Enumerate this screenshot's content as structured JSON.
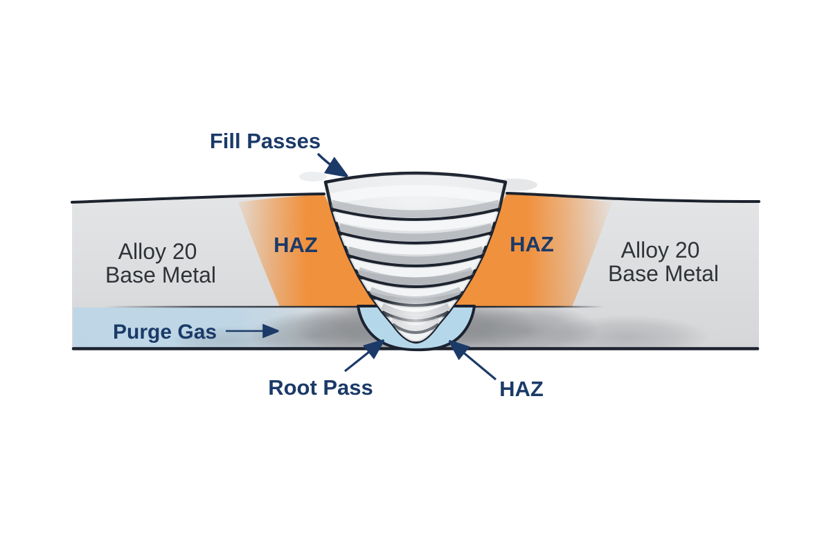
{
  "diagram": {
    "labels": {
      "fill_passes": "Fill Passes",
      "haz_left": "HAZ",
      "haz_right": "HAZ",
      "haz_root": "HAZ",
      "base_metal_left_line1": "Alloy 20",
      "base_metal_left_line2": "Base Metal",
      "base_metal_right_line1": "Alloy 20",
      "base_metal_right_line2": "Base Metal",
      "purge_gas": "Purge Gas",
      "root_pass": "Root Pass"
    },
    "colors": {
      "label_navy": "#1b3a68",
      "base_metal_text": "#2f3338",
      "haz_orange": "#f0913d",
      "plate_gray": "#e4e5e6",
      "plate_gray_dark": "#d5d6d8",
      "purge_blue": "#bcd6e7",
      "root_bead_blue": "#b5d7ea",
      "weld_metal_light": "#eceeef",
      "weld_metal_dark": "#c3c6ca",
      "outline_dark": "#1c232e",
      "smoke_gray": "#73767a",
      "background": "#ffffff"
    }
  }
}
